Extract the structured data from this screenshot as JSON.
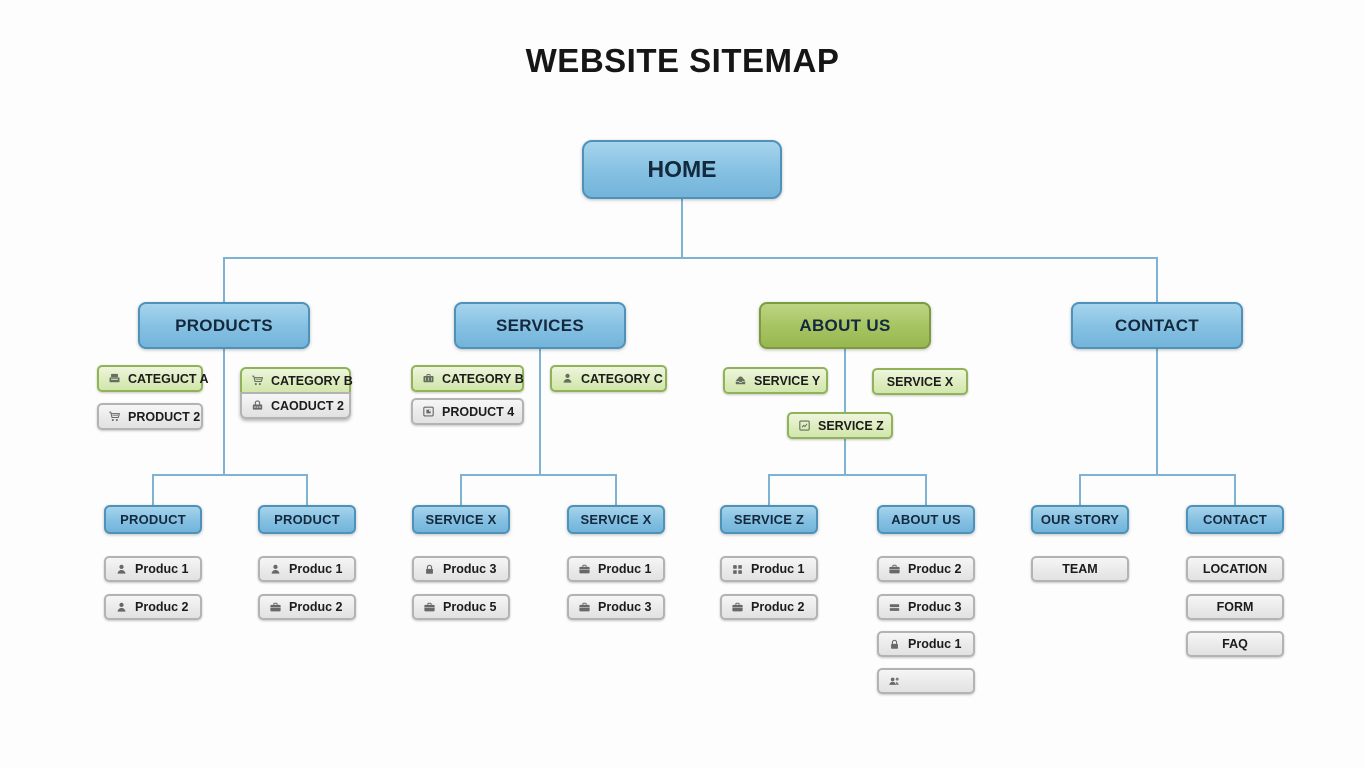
{
  "title": "WEBSITE SITEMAP",
  "root": {
    "label": "HOME"
  },
  "colors": {
    "blue_fill": "#84c0e2",
    "blue_border": "#4e92ba",
    "green_fill": "#a5c360",
    "green_border": "#7a9c3e",
    "chip_green_fill": "#dcecbc",
    "chip_green_border": "#8fb356",
    "chip_gray_fill": "#e9e9e9",
    "chip_gray_border": "#b3b3b3",
    "connector": "#7fb3d4",
    "text_dark": "#15293e"
  },
  "branches": [
    {
      "label": "PRODUCTS",
      "variant": "blue",
      "attachments": [
        {
          "label": "CATEGUCT A",
          "style": "green",
          "icon": "register-icon"
        },
        {
          "label": "PRODUCT 2",
          "style": "gray",
          "icon": "cart-icon"
        },
        {
          "label": "CATEGORY B",
          "style": "green",
          "icon": "cart-icon"
        },
        {
          "label": "CAODUCT 2",
          "style": "gray",
          "icon": "lock-box-icon"
        }
      ],
      "children": [
        {
          "label": "PRODUCT",
          "items": [
            {
              "label": "Produc 1",
              "icon": "person-icon"
            },
            {
              "label": "Produc 2",
              "icon": "person-icon"
            }
          ]
        },
        {
          "label": "PRODUCT",
          "items": [
            {
              "label": "Produc 1",
              "icon": "person-icon"
            },
            {
              "label": "Produc 2",
              "icon": "briefcase-icon"
            }
          ]
        }
      ]
    },
    {
      "label": "SERVICES",
      "variant": "blue",
      "attachments": [
        {
          "label": "CATEGORY B",
          "style": "green",
          "icon": "toolbox-icon"
        },
        {
          "label": "PRODUCT 4",
          "style": "gray",
          "icon": "image-icon"
        },
        {
          "label": "CATEGORY C",
          "style": "green",
          "icon": "person-icon"
        }
      ],
      "children": [
        {
          "label": "SERVICE X",
          "items": [
            {
              "label": "Produc 3",
              "icon": "lock-icon"
            },
            {
              "label": "Produc 5",
              "icon": "briefcase-icon"
            }
          ]
        },
        {
          "label": "SERVICE X",
          "items": [
            {
              "label": "Produc 1",
              "icon": "briefcase-icon"
            },
            {
              "label": "Produc 3",
              "icon": "briefcase-icon"
            }
          ]
        }
      ]
    },
    {
      "label": "ABOUT US",
      "variant": "green",
      "attachments": [
        {
          "label": "SERVICE Y",
          "style": "green",
          "icon": "inbox-icon"
        },
        {
          "label": "SERVICE X",
          "style": "green",
          "icon": ""
        },
        {
          "label": "SERVICE Z",
          "style": "green",
          "icon": "chart-icon"
        }
      ],
      "children": [
        {
          "label": "SERVICE Z",
          "items": [
            {
              "label": "Produc 1",
              "icon": "grid-icon"
            },
            {
              "label": "Produc 2",
              "icon": "briefcase-icon"
            }
          ]
        },
        {
          "label": "ABOUT US",
          "items": [
            {
              "label": "Produc 2",
              "icon": "briefcase-icon"
            },
            {
              "label": "Produc 3",
              "icon": "layers-icon"
            },
            {
              "label": "Produc 1",
              "icon": "lock-icon"
            },
            {
              "label": "",
              "icon": "people-icon"
            }
          ]
        }
      ]
    },
    {
      "label": "CONTACT",
      "variant": "blue",
      "attachments": [],
      "children": [
        {
          "label": "OUR STORY",
          "items": [
            {
              "label": "TEAM",
              "icon": ""
            }
          ]
        },
        {
          "label": "CONTACT",
          "items": [
            {
              "label": "LOCATION",
              "icon": ""
            },
            {
              "label": "FORM",
              "icon": ""
            },
            {
              "label": "FAQ",
              "icon": ""
            }
          ]
        }
      ]
    }
  ]
}
